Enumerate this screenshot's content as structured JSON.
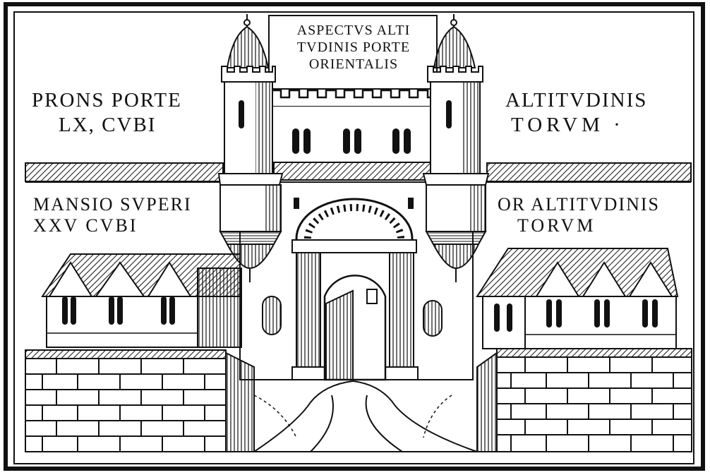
{
  "image": {
    "style": "black-and-white woodcut illustration",
    "subject": "fortified city gate with two towers, houses and brick walls"
  },
  "labels": {
    "top": [
      "ASPECTVS ALTI",
      "TVDINIS PORTE",
      "ORIENTALIS"
    ],
    "upper_left": [
      "PRONS PORTE",
      "LX, CVBI"
    ],
    "upper_right": [
      "ALTITVDINIS",
      "TORVM ·"
    ],
    "lower_left": [
      "MANSIO SVPERI",
      "XXV CVBI"
    ],
    "lower_right": [
      "OR ALTITVDINIS",
      "TORVM"
    ]
  },
  "colors": {
    "ink": "#111111",
    "paper": "#ffffff"
  }
}
